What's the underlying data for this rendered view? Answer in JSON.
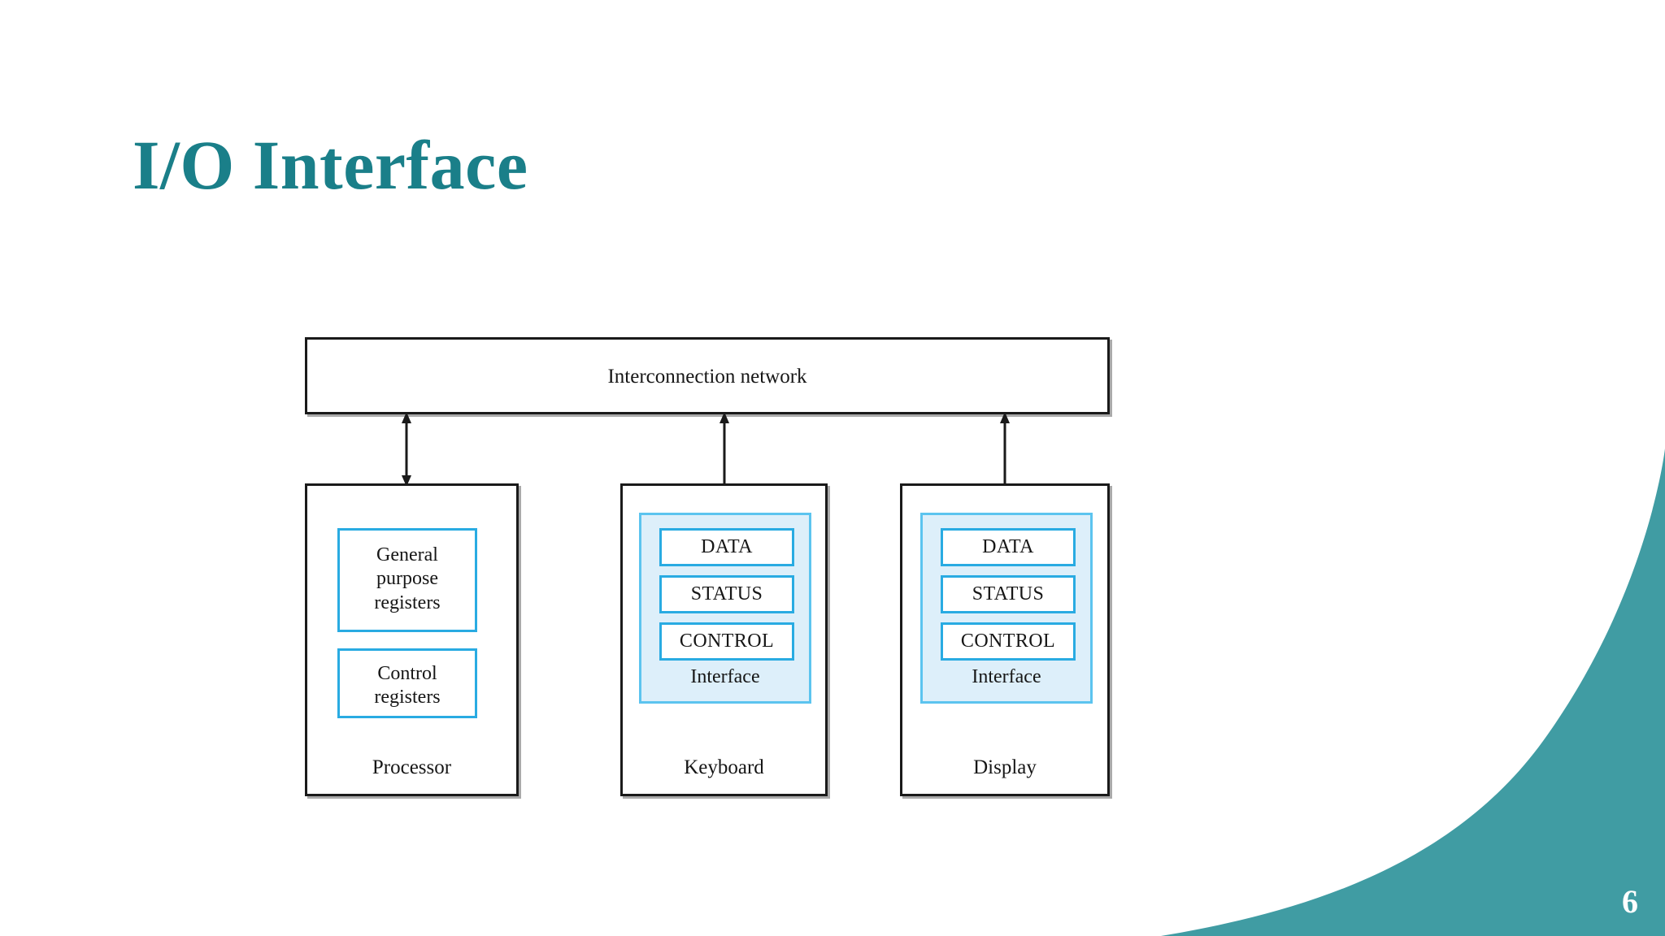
{
  "slide": {
    "title": "I/O Interface",
    "page_number": "6",
    "title_color": "#1a7f89",
    "accent_color": "#409ca3",
    "background_color": "#ffffff"
  },
  "diagram": {
    "type": "block-diagram",
    "network": {
      "label": "Interconnection network"
    },
    "units": [
      {
        "id": "processor",
        "caption": "Processor",
        "kind": "processor",
        "registers": [
          {
            "label": "General purpose registers",
            "lines": [
              "General",
              "purpose",
              "registers"
            ]
          },
          {
            "label": "Control registers",
            "lines": [
              "Control",
              "registers"
            ]
          }
        ]
      },
      {
        "id": "keyboard",
        "caption": "Keyboard",
        "kind": "device",
        "interface": {
          "caption": "Interface",
          "registers": [
            "DATA",
            "STATUS",
            "CONTROL"
          ]
        }
      },
      {
        "id": "display",
        "caption": "Display",
        "kind": "device",
        "interface": {
          "caption": "Interface",
          "registers": [
            "DATA",
            "STATUS",
            "CONTROL"
          ]
        }
      }
    ],
    "connectors": [
      {
        "from": "network",
        "to": "processor",
        "style": "double-arrow"
      },
      {
        "from": "network",
        "to": "keyboard",
        "style": "double-arrow"
      },
      {
        "from": "network",
        "to": "display",
        "style": "double-arrow"
      }
    ],
    "colors": {
      "box_border": "#1a1a1a",
      "register_border": "#29abe2",
      "interface_fill": "#ddeffa",
      "interface_border": "#5cc4ef"
    }
  }
}
